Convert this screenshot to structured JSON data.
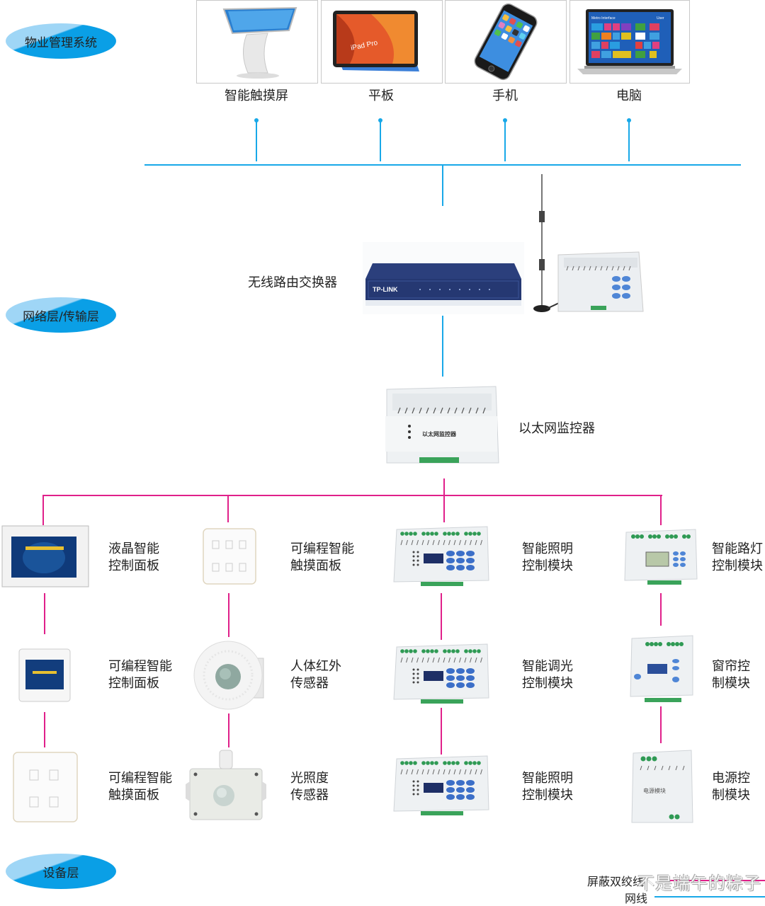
{
  "layers": [
    {
      "label": "物业管理系统"
    },
    {
      "label": "网络层/传输层"
    },
    {
      "label": "设备层"
    }
  ],
  "terminals": [
    {
      "label": "智能触摸屏",
      "icon": "touch-kiosk-icon"
    },
    {
      "label": "平板",
      "icon": "tablet-icon"
    },
    {
      "label": "手机",
      "icon": "phone-icon"
    },
    {
      "label": "电脑",
      "icon": "laptop-icon"
    }
  ],
  "terminal_screens": {
    "tablet_text": "iPad Pro",
    "laptop_title": "Metro Interface",
    "laptop_user": "User"
  },
  "network": {
    "router_label": "无线路由交换器",
    "router_brand": "TP-LINK",
    "ethernet_monitor_label": "以太网监控器",
    "ethernet_monitor_device_text": "以太网监控器"
  },
  "devices": {
    "col1": [
      {
        "label_l1": "液晶智能",
        "label_l2": "控制面板"
      },
      {
        "label_l1": "可编程智能",
        "label_l2": "控制面板"
      },
      {
        "label_l1": "可编程智能",
        "label_l2": "触摸面板"
      }
    ],
    "col2": [
      {
        "label_l1": "可编程智能",
        "label_l2": "触摸面板"
      },
      {
        "label_l1": "人体红外",
        "label_l2": "传感器"
      },
      {
        "label_l1": "光照度",
        "label_l2": "传感器"
      }
    ],
    "col3": [
      {
        "label_l1": "智能照明",
        "label_l2": "控制模块"
      },
      {
        "label_l1": "智能调光",
        "label_l2": "控制模块"
      },
      {
        "label_l1": "智能照明",
        "label_l2": "控制模块"
      }
    ],
    "col4": [
      {
        "label_l1": "智能路灯",
        "label_l2": "控制模块"
      },
      {
        "label_l1": "窗帘控",
        "label_l2": "制模块"
      },
      {
        "label_l1": "电源控",
        "label_l2": "制模块"
      }
    ],
    "power_module_text": "电源模块"
  },
  "legend": {
    "shielded_twisted_pair_l1": "屏蔽双绞",
    "shielded_twisted_pair_l2": "线",
    "network_cable": "网线"
  },
  "watermark": "不是端午的粽子",
  "colors": {
    "network_cable": "#18a8e8",
    "shielded_twisted_pair": "#e0208a",
    "badge_dark": "#0a9fe6",
    "badge_light": "#9fd6f6"
  }
}
